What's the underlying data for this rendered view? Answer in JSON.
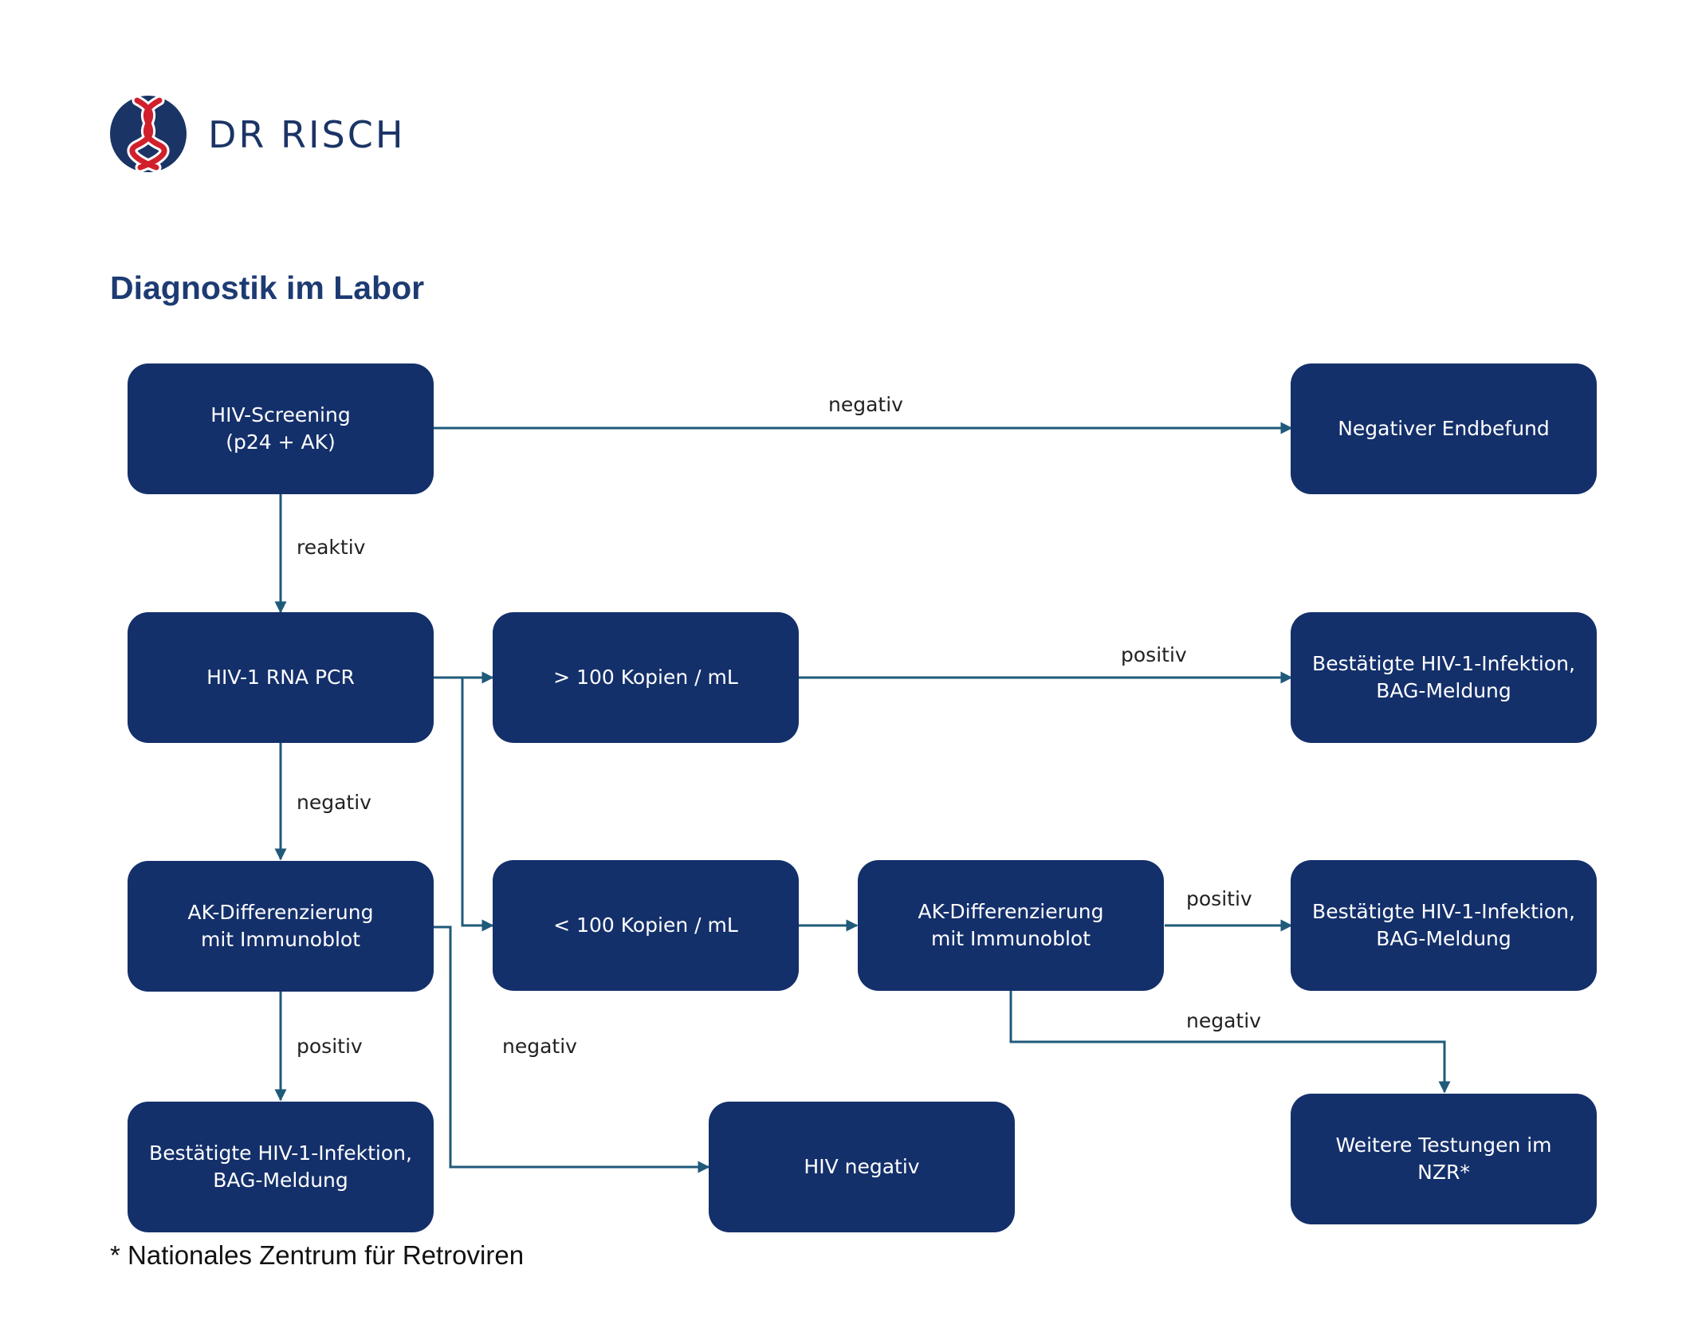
{
  "logo": {
    "brand": "DR RISCH",
    "colors": {
      "navy": "#1b3466",
      "red": "#d11f2c"
    }
  },
  "title": "Diagnostik im Labor",
  "nodes": {
    "screening": "HIV-Screening\n(p24 + AK)",
    "neg_end": "Negativer Endbefund",
    "rna_pcr": "HIV-1 RNA PCR",
    "gt100": "> 100 Kopien / mL",
    "confirmed_top": "Bestätigte HIV-1-Infektion,\nBAG-Meldung",
    "ak_diff_left": "AK-Differenzierung\nmit Immunoblot",
    "lt100": "< 100 Kopien / mL",
    "ak_diff_mid": "AK-Differenzierung\nmit Immunoblot",
    "confirmed_mid": "Bestätigte HIV-1-Infektion,\nBAG-Meldung",
    "confirmed_bottom": "Bestätigte HIV-1-Infektion,\nBAG-Meldung",
    "hiv_negativ": "HIV negativ",
    "nzr": "Weitere Testungen im NZR*"
  },
  "edges": {
    "screening_neg": "negativ",
    "screening_reaktiv": "reaktiv",
    "gt100_positiv": "positiv",
    "pcr_negativ": "negativ",
    "akmid_positiv": "positiv",
    "akmid_negativ": "negativ",
    "akleft_positiv": "positiv",
    "akleft_negativ": "negativ"
  },
  "footnote": "* Nationales Zentrum für Retroviren",
  "colors": {
    "box": "#14306b",
    "arrow": "#1f5a7a",
    "title": "#1d3b72"
  }
}
